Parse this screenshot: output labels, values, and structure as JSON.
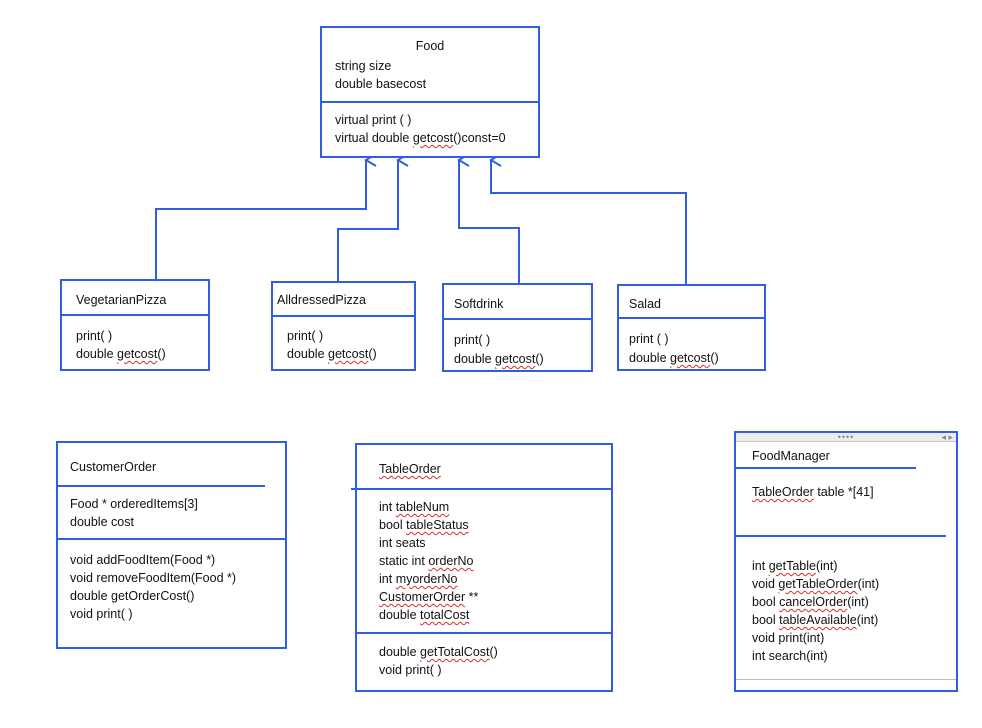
{
  "colors": {
    "line": "#2f5fe0",
    "spell_underline": "#d23030"
  },
  "food": {
    "name": "Food",
    "attributes": [
      "string size",
      "double basecost"
    ],
    "methods": [
      {
        "pre": "virtual print ( )",
        "word": "",
        "post": ""
      },
      {
        "pre": "virtual double ",
        "word": "getcost",
        "post": "()const=0"
      }
    ]
  },
  "vegetarian": {
    "name": "VegetarianPizza",
    "m1": "print( )",
    "m2_pre": "double ",
    "m2_word": "getcost",
    "m2_post": "()"
  },
  "alldressed": {
    "name": "AlldressedPizza",
    "m1": "print( )",
    "m2_pre": "double ",
    "m2_word": "getcost",
    "m2_post": "()"
  },
  "softdrink": {
    "name": "Softdrink",
    "m1": "print( )",
    "m2_pre": "double ",
    "m2_word": "getcost",
    "m2_post": "()"
  },
  "salad": {
    "name": "Salad",
    "m1": "print ( )",
    "m2_pre": "double ",
    "m2_word": "getcost",
    "m2_post": "()"
  },
  "customer_order": {
    "name": "CustomerOrder",
    "attr1": "Food * orderedItems[3]",
    "attr2": "double cost",
    "meth1": "void addFoodItem(Food *)",
    "meth2": "void removeFoodItem(Food *)",
    "meth3": "double getOrderCost()",
    "meth4": "void print( )"
  },
  "table_order": {
    "name": "TableOrder",
    "a1_pre": "int ",
    "a1_word": "tableNum",
    "a2_pre": "bool ",
    "a2_word": "tableStatus",
    "a3": "int seats",
    "a4_pre": "static int ",
    "a4_word": "orderNo",
    "a5_pre": "int ",
    "a5_word": "myorderNo",
    "a6_word": "CustomerOrder",
    "a6_post": " **",
    "a7_pre": "double ",
    "a7_word": "totalCost",
    "m1_pre": "double ",
    "m1_word": "getTotalCost",
    "m1_post": "()",
    "m2": "void print( )"
  },
  "food_manager": {
    "name": "FoodManager",
    "grip": "••••",
    "arrows": "◂ ▸",
    "attr_word": "TableOrder",
    "attr_post": " table *[41]",
    "m1_pre": "int ",
    "m1_word": "getTable",
    "m1_post": "(int)",
    "m2_pre": "void  ",
    "m2_word": "getTableOrder",
    "m2_post": "(int)",
    "m3_pre": "bool ",
    "m3_word": "cancelOrder",
    "m3_post": "(int)",
    "m4_pre": "bool ",
    "m4_word": "tableAvailable",
    "m4_post": "(int)",
    "m5": "void print(int)",
    "m6": "int search(int)"
  }
}
